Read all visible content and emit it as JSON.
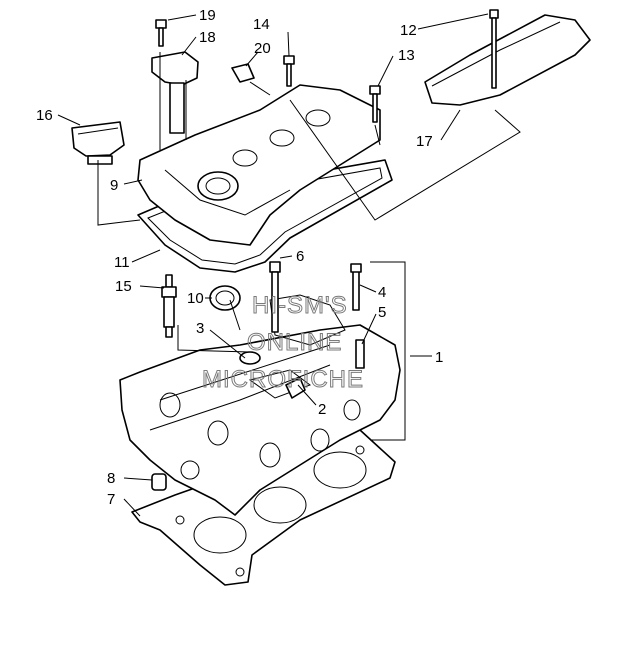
{
  "watermark": {
    "lines": [
      "HI-SM'S",
      "ONLINE",
      "MICROFICHE"
    ]
  },
  "callouts": [
    {
      "id": "c1",
      "label": "1"
    },
    {
      "id": "c2",
      "label": "2"
    },
    {
      "id": "c3",
      "label": "3"
    },
    {
      "id": "c4",
      "label": "4"
    },
    {
      "id": "c5",
      "label": "5"
    },
    {
      "id": "c6",
      "label": "6"
    },
    {
      "id": "c7",
      "label": "7"
    },
    {
      "id": "c8",
      "label": "8"
    },
    {
      "id": "c9",
      "label": "9"
    },
    {
      "id": "c10",
      "label": "10"
    },
    {
      "id": "c11",
      "label": "11"
    },
    {
      "id": "c12",
      "label": "12"
    },
    {
      "id": "c13",
      "label": "13"
    },
    {
      "id": "c14",
      "label": "14"
    },
    {
      "id": "c15",
      "label": "15"
    },
    {
      "id": "c16",
      "label": "16"
    },
    {
      "id": "c17",
      "label": "17"
    },
    {
      "id": "c18",
      "label": "18"
    },
    {
      "id": "c19",
      "label": "19"
    },
    {
      "id": "c20",
      "label": "20"
    }
  ]
}
